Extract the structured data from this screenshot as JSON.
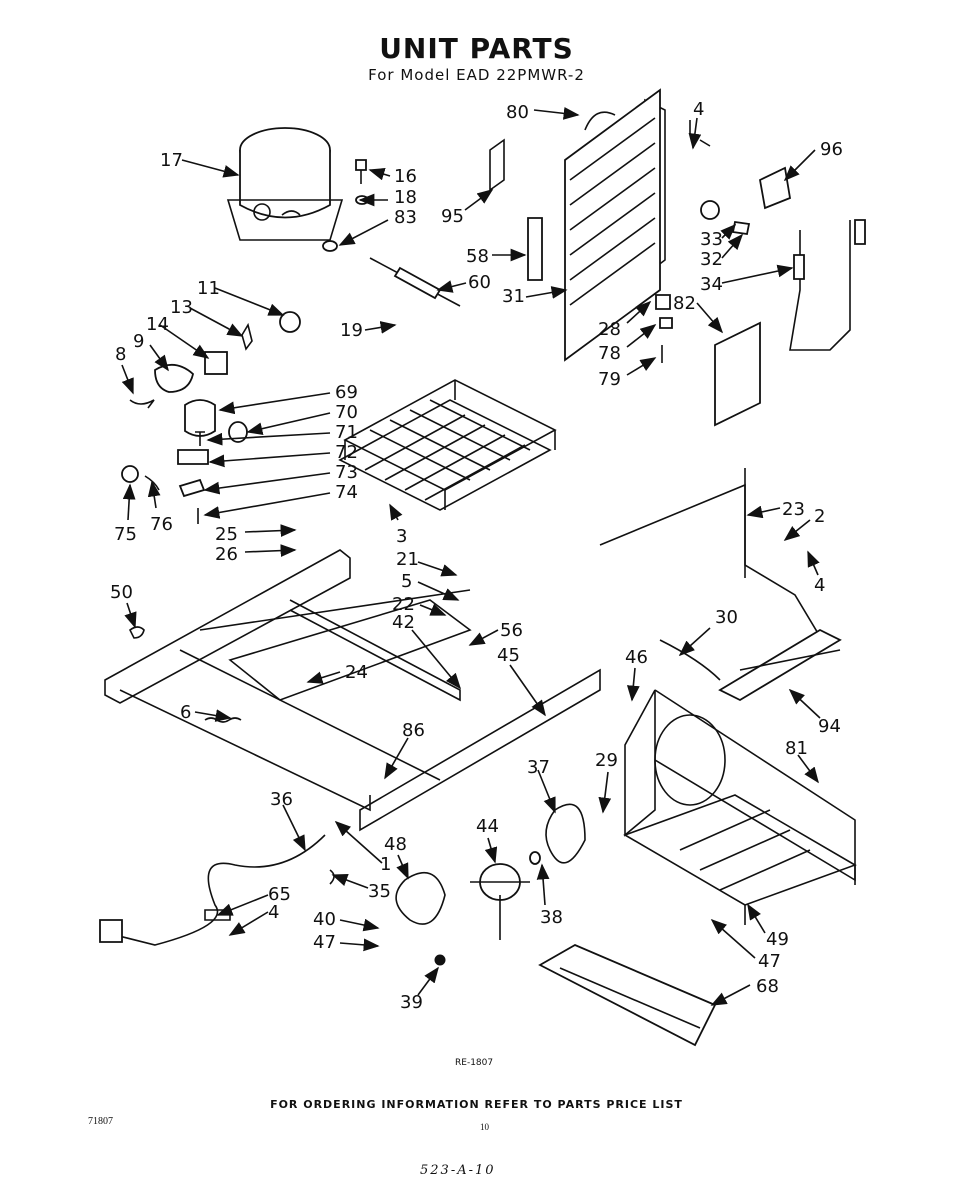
{
  "header": {
    "title": "UNIT PARTS",
    "subtitle": "For Model EAD 22PMWR-2"
  },
  "part_numbers": [
    "80",
    "4",
    "96",
    "17",
    "16",
    "18",
    "83",
    "95",
    "58",
    "60",
    "31",
    "33",
    "32",
    "34",
    "28",
    "82",
    "78",
    "79",
    "11",
    "13",
    "14",
    "9",
    "8",
    "19",
    "69",
    "70",
    "71",
    "72",
    "73",
    "74",
    "3",
    "75",
    "76",
    "25",
    "26",
    "23",
    "2",
    "4",
    "21",
    "5",
    "50",
    "22",
    "56",
    "42",
    "24",
    "30",
    "45",
    "46",
    "6",
    "94",
    "86",
    "81",
    "37",
    "29",
    "36",
    "44",
    "1",
    "48",
    "35",
    "65",
    "4",
    "38",
    "40",
    "47",
    "49",
    "47",
    "39",
    "68"
  ],
  "drawing_id": "RE-1807",
  "footer_note": "FOR ORDERING INFORMATION REFER TO PARTS PRICE LIST",
  "catalog_number": "71807",
  "page_number": "10",
  "handwritten_code": "523-A-10"
}
